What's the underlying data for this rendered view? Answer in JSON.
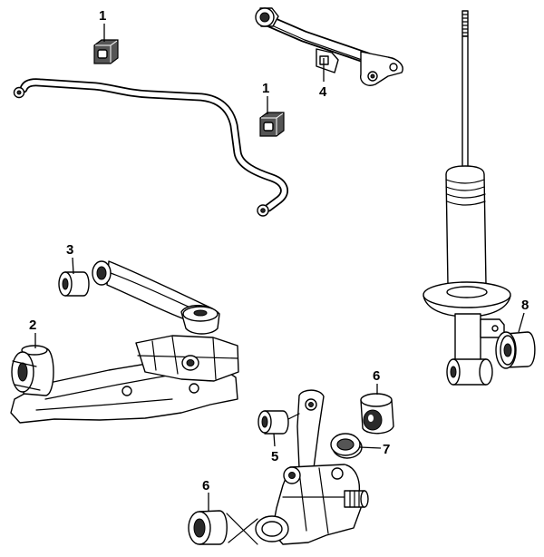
{
  "colors": {
    "line": "#000000",
    "background": "#ffffff"
  },
  "callouts": [
    {
      "label": "1"
    },
    {
      "label": "1"
    },
    {
      "label": "4"
    },
    {
      "label": "3"
    },
    {
      "label": "2"
    },
    {
      "label": "8"
    },
    {
      "label": "6"
    },
    {
      "label": "5"
    },
    {
      "label": "7"
    },
    {
      "label": "6"
    }
  ]
}
